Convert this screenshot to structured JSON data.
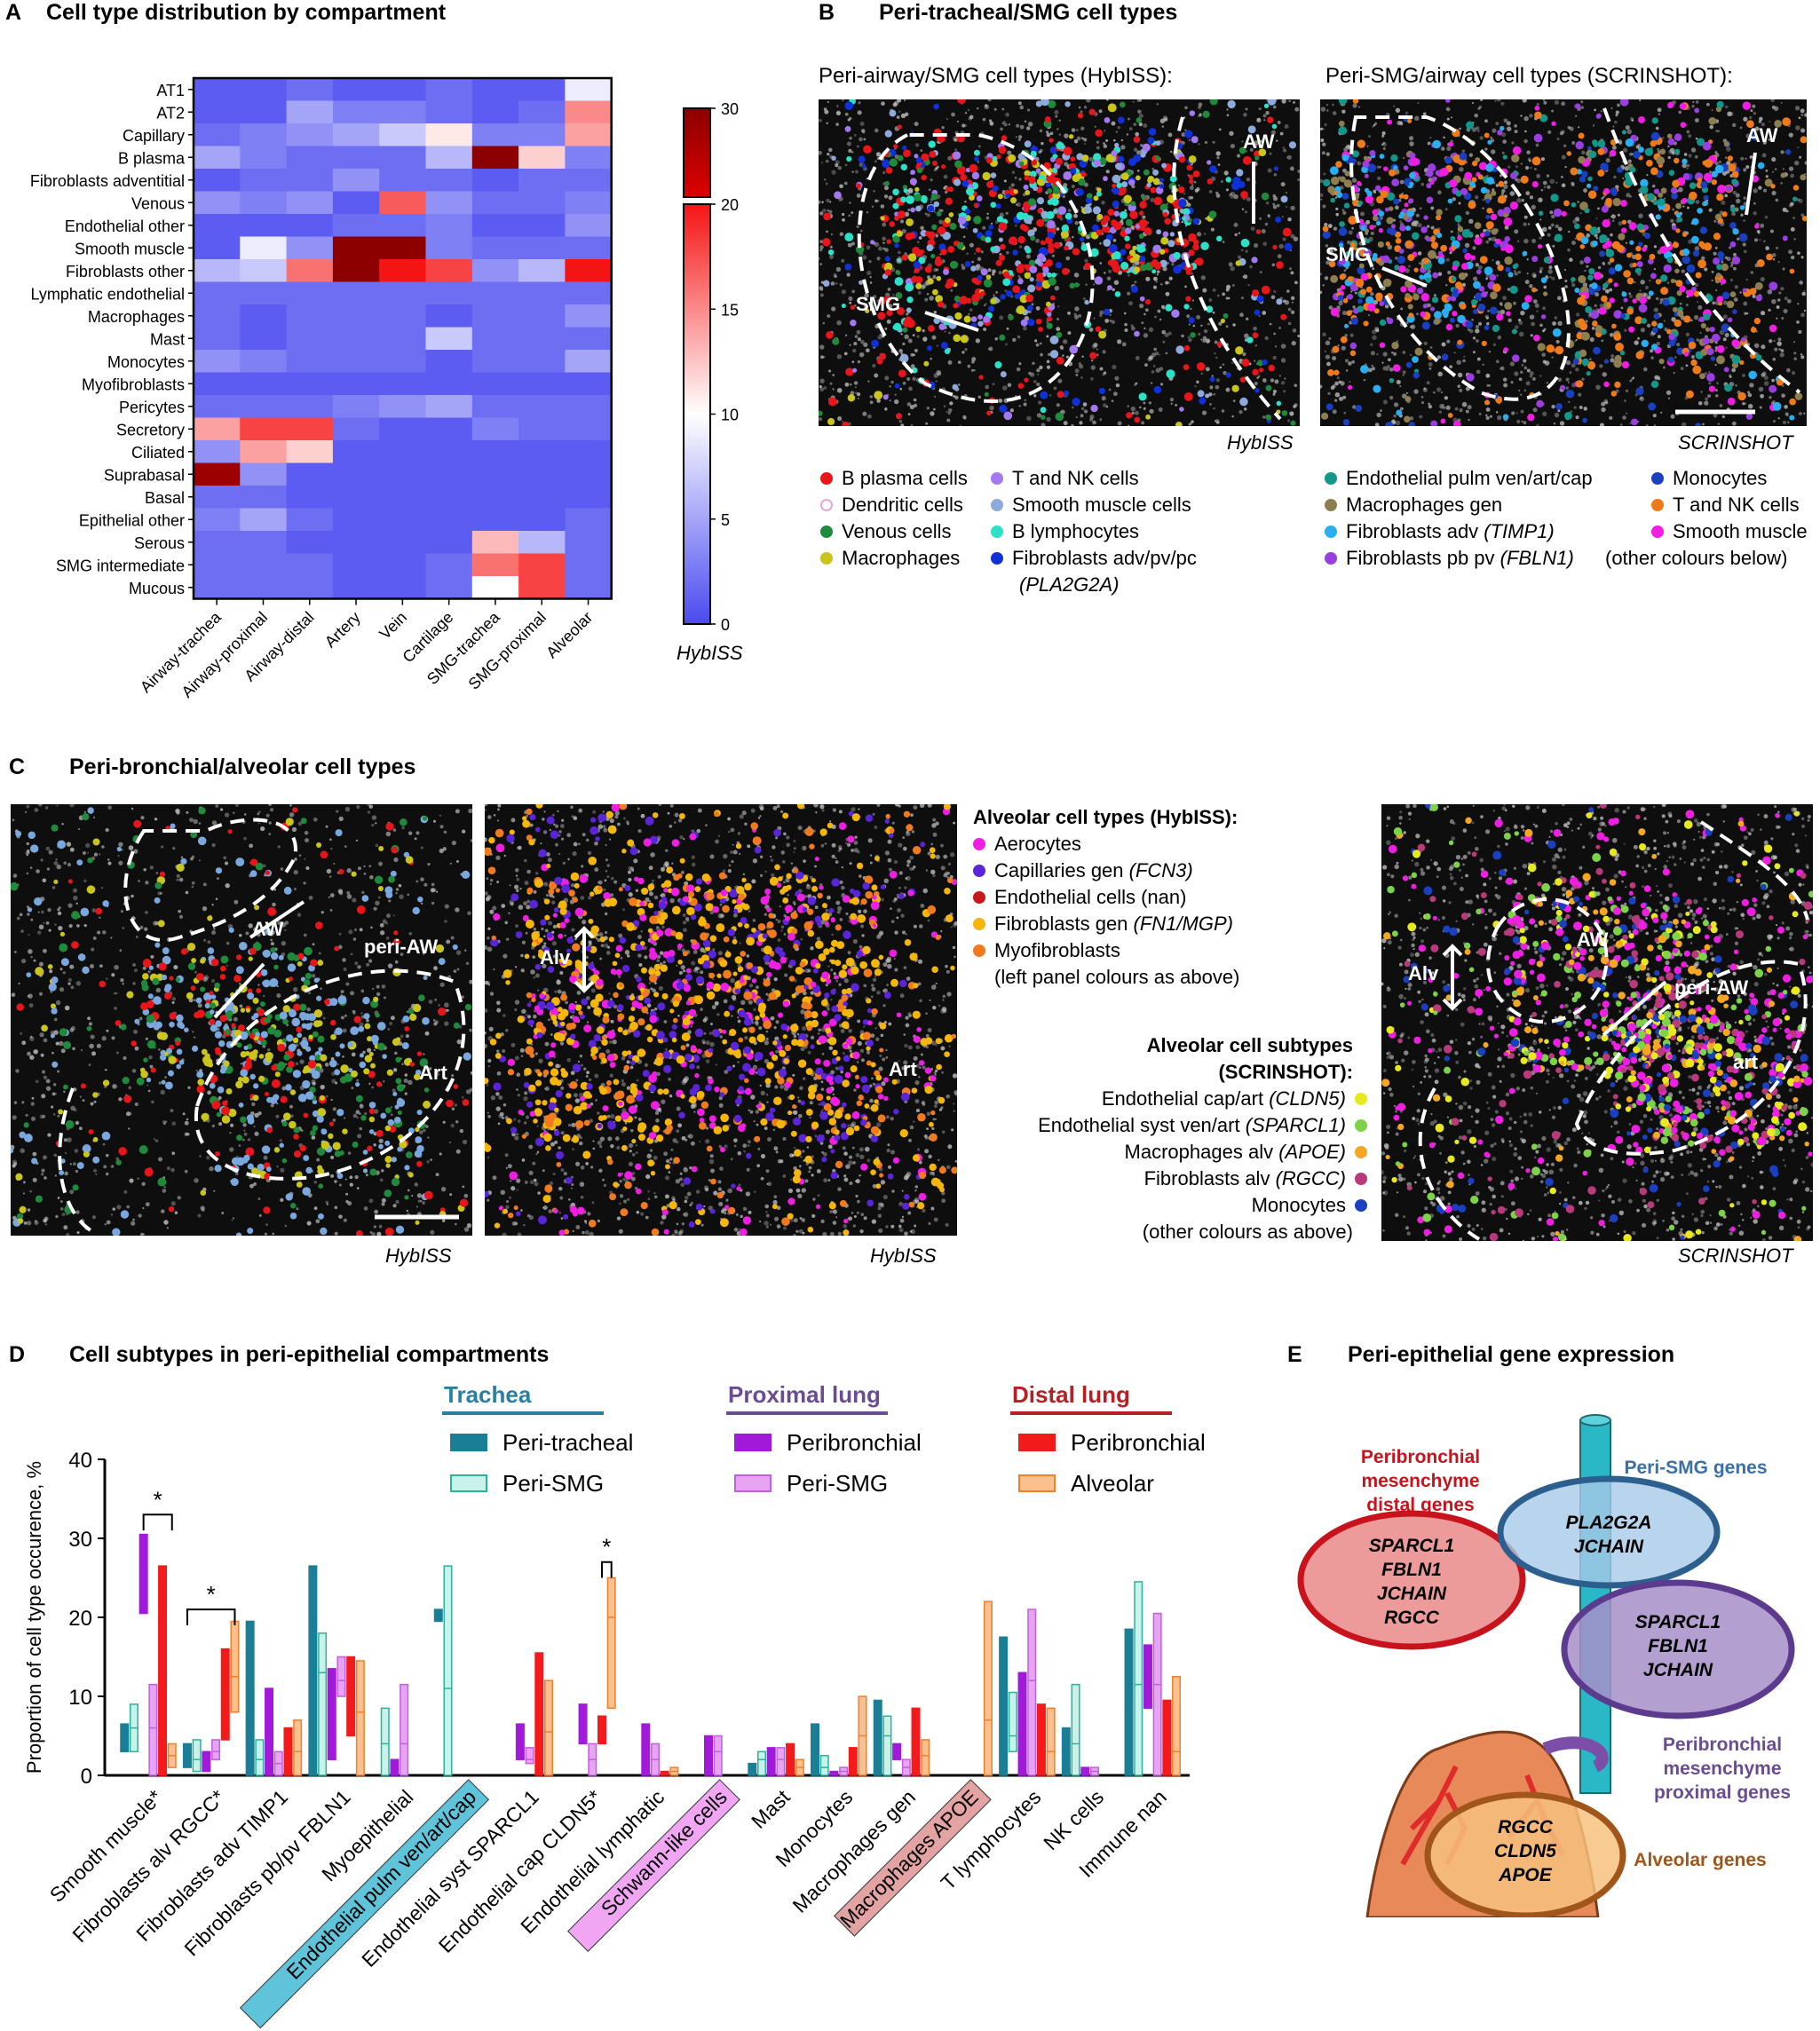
{
  "panelA": {
    "label": "A",
    "title": "Cell type distribution by compartment",
    "colorbar_label": "HybISS",
    "colorbar_ticks": [
      "0",
      "5",
      "10",
      "15",
      "20",
      "30"
    ]
  },
  "panelB": {
    "label": "B",
    "title": "Peri-tracheal/SMG cell types",
    "left_subtitle": "Peri-airway/SMG cell types (HybISS):",
    "right_subtitle": "Peri-SMG/airway cell types (SCRINSHOT):",
    "left_caption": "HybISS",
    "right_caption": "SCRINSHOT",
    "tags": {
      "aw": "AW",
      "smg": "SMG"
    },
    "left_legend_col1": [
      {
        "label": "B plasma cells",
        "color": "#e8161a"
      },
      {
        "label": "Dendritic cells",
        "color": "#f2c1e2",
        "hollow": true
      },
      {
        "label": "Venous cells",
        "color": "#1f8a3b"
      },
      {
        "label": "Macrophages",
        "color": "#c9c51c"
      }
    ],
    "left_legend_col2": [
      {
        "label": "T and NK cells",
        "color": "#a478f0"
      },
      {
        "label": "Smooth muscle cells",
        "color": "#8ea9dc"
      },
      {
        "label": "B lymphocytes",
        "color": "#2de0c8"
      },
      {
        "label": "Fibroblasts adv/pv/pc",
        "color": "#1030d8"
      }
    ],
    "left_legend_col2_extra": "(PLA2G2A)",
    "right_legend_col1": [
      {
        "label": "Endothelial pulm ven/art/cap",
        "color": "#12978a"
      },
      {
        "label": "Macrophages gen",
        "color": "#8c7e4e"
      },
      {
        "label": "Fibroblasts adv ",
        "italic": "(TIMP1)",
        "color": "#29aef0"
      },
      {
        "label": "Fibroblasts pb pv ",
        "italic": "(FBLN1)",
        "color": "#9a3ee0"
      }
    ],
    "right_legend_col2": [
      {
        "label": "Monocytes",
        "color": "#1a3fbf"
      },
      {
        "label": "T and NK cells",
        "color": "#ef7a1a"
      },
      {
        "label": "Smooth muscle",
        "color": "#f21de4"
      }
    ],
    "right_legend_col2_extra": "(other colours below)"
  },
  "panelC": {
    "label": "C",
    "title": "Peri-bronchial/alveolar cell types",
    "captions": [
      "HybISS",
      "HybISS",
      "SCRINSHOT"
    ],
    "tags": {
      "aw": "AW",
      "periaw": "peri-AW",
      "art": "Art",
      "art_lower": "art",
      "alv": "Alv"
    },
    "alv_legend_title": "Alveolar cell types (HybISS):",
    "alv_legend": [
      {
        "label": "Aerocytes",
        "color": "#ee1fe3"
      },
      {
        "label": "Capillaries gen ",
        "italic": "(FCN3)",
        "color": "#5a25d8"
      },
      {
        "label": "Endothelial cells (nan)",
        "color": "#c81818"
      },
      {
        "label": "Fibroblasts gen ",
        "italic": "(FN1/MGP)",
        "color": "#f5b60c"
      },
      {
        "label": "Myofibroblasts",
        "color": "#f07a1e"
      }
    ],
    "alv_legend_note": "(left panel colours as above)",
    "sub_legend_title1": "Alveolar cell subtypes",
    "sub_legend_title2": "(SCRINSHOT):",
    "sub_legend": [
      {
        "label": "Endothelial cap/art ",
        "italic": "(CLDN5)",
        "color": "#e8e820"
      },
      {
        "label": "Endothelial syst ven/art ",
        "italic": "(SPARCL1)",
        "color": "#7ed24a"
      },
      {
        "label": "Macrophages alv ",
        "italic": "(APOE)",
        "color": "#f5a623"
      },
      {
        "label": "Fibroblasts alv ",
        "italic": "(RGCC)",
        "color": "#b83a7a"
      },
      {
        "label": "Monocytes",
        "italic": "",
        "color": "#1a3fbf"
      }
    ],
    "sub_legend_note": "(other colours as above)"
  },
  "panelD": {
    "label": "D",
    "title": "Cell subtypes in peri-epithelial compartments",
    "ylabel": "Proportion of cell type occurence, %",
    "group_titles": [
      {
        "label": "Trachea",
        "color": "#2a7fa0"
      },
      {
        "label": "Proximal lung",
        "color": "#6a4c93"
      },
      {
        "label": "Distal lung",
        "color": "#b52025"
      }
    ],
    "legend": [
      {
        "label": "Peri-tracheal",
        "color": "#1a7f96",
        "outline": "#1a7f96"
      },
      {
        "label": "Peri-SMG",
        "color": "#c9f3ea",
        "outline": "#2ab39a"
      },
      {
        "label": "Peribronchial",
        "color": "#a21ad9",
        "outline": "#a21ad9"
      },
      {
        "label": "Peri-SMG",
        "color": "#e8a4f3",
        "outline": "#c05fe0"
      },
      {
        "label": "Peribronchial",
        "color": "#f21a1a",
        "outline": "#f21a1a"
      },
      {
        "label": "Alveolar",
        "color": "#fbc08f",
        "outline": "#f07f2a"
      }
    ],
    "star": "*"
  },
  "panelE": {
    "label": "E",
    "title": "Peri-epithelial gene expression",
    "distal_title": [
      "Peribronchial",
      "mesenchyme",
      "distal genes"
    ],
    "distal_genes": [
      "SPARCL1",
      "FBLN1",
      "JCHAIN",
      "RGCC"
    ],
    "smg_title": "Peri-SMG genes",
    "smg_genes": [
      "PLA2G2A",
      "JCHAIN"
    ],
    "proximal_genes": [
      "SPARCL1",
      "FBLN1",
      "JCHAIN"
    ],
    "proximal_title": [
      "Peribronchial",
      "mesenchyme",
      "proximal genes"
    ],
    "alv_genes": [
      "RGCC",
      "CLDN5",
      "APOE"
    ],
    "alv_title": "Alveolar genes"
  },
  "chart_data": [
    {
      "type": "heatmap",
      "title": "Cell type distribution by compartment",
      "colorbar_label": "HybISS",
      "zlim": [
        0,
        30
      ],
      "rows": [
        "AT1",
        "AT2",
        "Capillary",
        "B plasma",
        "Fibroblasts adventitial",
        "Venous",
        "Endothelial other",
        "Smooth muscle",
        "Fibroblasts other",
        "Lymphatic endothelial",
        "Macrophages",
        "Mast",
        "Monocytes",
        "Myofibroblasts",
        "Pericytes",
        "Secretory",
        "Ciliated",
        "Suprabasal",
        "Basal",
        "Epithelial other",
        "Serous",
        "SMG intermediate",
        "Mucous"
      ],
      "columns": [
        "Airway-trachea",
        "Airway-proximal",
        "Airway-distal",
        "Artery",
        "Vein",
        "Cartilage",
        "SMG-trachea",
        "SMG-proximal",
        "Alveolar"
      ],
      "values": [
        [
          1,
          1,
          2,
          1,
          1,
          2,
          1,
          1,
          9
        ],
        [
          1,
          1,
          5,
          3,
          3,
          2,
          1,
          2,
          15
        ],
        [
          2,
          3,
          4,
          5,
          7,
          11,
          3,
          3,
          14
        ],
        [
          5,
          3,
          2,
          2,
          2,
          6,
          30,
          12,
          3
        ],
        [
          1,
          2,
          2,
          4,
          2,
          2,
          1,
          2,
          2
        ],
        [
          4,
          3,
          4,
          1,
          17,
          4,
          2,
          2,
          3
        ],
        [
          1,
          1,
          1,
          2,
          2,
          3,
          1,
          1,
          4
        ],
        [
          1,
          9,
          4,
          30,
          30,
          3,
          2,
          2,
          2
        ],
        [
          6,
          7,
          16,
          30,
          20,
          18,
          4,
          6,
          20
        ],
        [
          2,
          2,
          2,
          2,
          2,
          2,
          2,
          2,
          2
        ],
        [
          2,
          1,
          2,
          2,
          2,
          1,
          2,
          2,
          4
        ],
        [
          2,
          1,
          2,
          2,
          2,
          7,
          2,
          2,
          2
        ],
        [
          4,
          3,
          2,
          2,
          2,
          1,
          2,
          2,
          5
        ],
        [
          1,
          1,
          1,
          1,
          1,
          1,
          1,
          1,
          1
        ],
        [
          2,
          2,
          2,
          3,
          4,
          5,
          2,
          2,
          2
        ],
        [
          14,
          18,
          18,
          2,
          1,
          1,
          3,
          2,
          2
        ],
        [
          4,
          14,
          12,
          1,
          1,
          1,
          1,
          1,
          1
        ],
        [
          28,
          4,
          1,
          1,
          1,
          1,
          1,
          1,
          1
        ],
        [
          2,
          2,
          1,
          1,
          1,
          1,
          1,
          1,
          1
        ],
        [
          3,
          5,
          2,
          1,
          1,
          1,
          1,
          1,
          2
        ],
        [
          2,
          2,
          1,
          1,
          1,
          1,
          13,
          6,
          2
        ],
        [
          2,
          2,
          2,
          1,
          1,
          2,
          16,
          18,
          2
        ],
        [
          2,
          2,
          2,
          1,
          1,
          2,
          10,
          18,
          2
        ]
      ]
    },
    {
      "type": "bar",
      "title": "Cell subtypes in peri-epithelial compartments",
      "ylabel": "Proportion of cell type occurence, %",
      "ylim": [
        0,
        40
      ],
      "yticks": [
        0,
        10,
        20,
        30,
        40
      ],
      "categories": [
        "Smooth muscle*",
        "Fibroblasts alv RGCC*",
        "Fibroblasts adv TIMP1",
        "Fibroblasts pb/pv FBLN1",
        "Myoepithelial",
        "Endothelial pulm ven/art/cap",
        "Endothelial syst SPARCL1",
        "Endothelial cap CLDN5*",
        "Endothelial lymphatic",
        "Schwann-like cells",
        "Mast",
        "Monocytes",
        "Macrophages gen",
        "Macrophages APOE",
        "T lymphocytes",
        "NK cells",
        "Immune nan"
      ],
      "series": [
        {
          "name": "Peri-tracheal",
          "min": [
            3,
            1,
            0,
            0,
            0,
            19.5,
            0,
            0,
            0,
            0,
            0,
            0,
            0,
            0,
            0,
            0,
            0
          ],
          "max": [
            6.5,
            4,
            19.5,
            26.5,
            0,
            21,
            0,
            0,
            0,
            0,
            1.5,
            6.5,
            9.5,
            0,
            17.5,
            6,
            18.5
          ],
          "mid": [
            5,
            3,
            15,
            13,
            0,
            20,
            0,
            0,
            0,
            0,
            0.5,
            4,
            8,
            0,
            12,
            3,
            12
          ]
        },
        {
          "name": "Peri-SMG (Trachea)",
          "min": [
            3,
            0.5,
            0,
            0,
            0,
            0,
            0,
            0,
            0,
            0,
            0,
            0,
            0,
            0,
            3,
            0,
            0
          ],
          "max": [
            9,
            4.5,
            4.5,
            18,
            8.5,
            26.5,
            0,
            0,
            0,
            0,
            3,
            2.5,
            7.5,
            0,
            10.5,
            11.5,
            24.5
          ],
          "mid": [
            6,
            2,
            2,
            13,
            4,
            11,
            0,
            0,
            0,
            0,
            2,
            1,
            5,
            0,
            5,
            4,
            11.5
          ]
        },
        {
          "name": "Peribronchial (Proximal)",
          "min": [
            20.5,
            0.5,
            0,
            2,
            0,
            0,
            2,
            4,
            0,
            0,
            0,
            0,
            2,
            0,
            0,
            0,
            8.5
          ],
          "max": [
            30.5,
            3,
            11,
            13.5,
            2,
            0,
            6.5,
            9,
            6.5,
            5,
            3.5,
            0.5,
            4,
            0,
            13,
            1,
            16.5
          ],
          "mid": [
            25,
            2,
            5,
            8,
            1,
            0,
            4,
            6,
            3,
            3,
            2,
            0.3,
            3,
            0,
            6,
            0.5,
            12.5
          ]
        },
        {
          "name": "Peri-SMG (Proximal)",
          "min": [
            0,
            2,
            0,
            10,
            0,
            0,
            1.5,
            0,
            0,
            0,
            0,
            0,
            0,
            0,
            0,
            0,
            0
          ],
          "max": [
            11.5,
            4.5,
            3,
            15,
            11.5,
            0,
            3.5,
            4,
            4,
            5,
            3.5,
            1,
            2,
            0,
            21,
            1,
            20.5
          ],
          "mid": [
            6,
            3,
            1.5,
            12,
            4,
            0,
            2,
            2,
            2,
            3,
            2,
            0.5,
            1,
            0,
            12,
            0.5,
            11.5
          ]
        },
        {
          "name": "Peribronchial (Distal)",
          "min": [
            0,
            4.5,
            0,
            5,
            0,
            0,
            0,
            4,
            0,
            0,
            0,
            0,
            0,
            0,
            0,
            0,
            0
          ],
          "max": [
            26.5,
            16,
            6,
            15,
            0,
            0,
            15.5,
            7.5,
            0.5,
            0,
            4,
            3.5,
            8.5,
            0,
            9,
            0,
            9.5
          ],
          "mid": [
            13,
            10,
            3,
            8,
            0,
            0,
            8,
            6,
            0.3,
            0,
            2,
            2,
            5,
            0,
            5,
            0,
            5
          ]
        },
        {
          "name": "Alveolar",
          "min": [
            1,
            8,
            0,
            0,
            0,
            0,
            0,
            8.5,
            0,
            0,
            0,
            0,
            0,
            0,
            0,
            0,
            0
          ],
          "max": [
            4,
            19.5,
            7,
            14.5,
            0,
            0,
            12,
            25,
            1,
            0,
            2,
            10,
            4.5,
            22,
            8.5,
            0,
            12.5
          ],
          "mid": [
            2.5,
            12.5,
            3,
            8,
            0,
            0,
            5.5,
            20,
            0.5,
            0,
            1,
            5,
            2.5,
            7,
            3,
            0,
            3
          ]
        }
      ],
      "significance": [
        "Smooth muscle*",
        "Fibroblasts alv RGCC*",
        "Endothelial cap CLDN5*"
      ]
    }
  ]
}
